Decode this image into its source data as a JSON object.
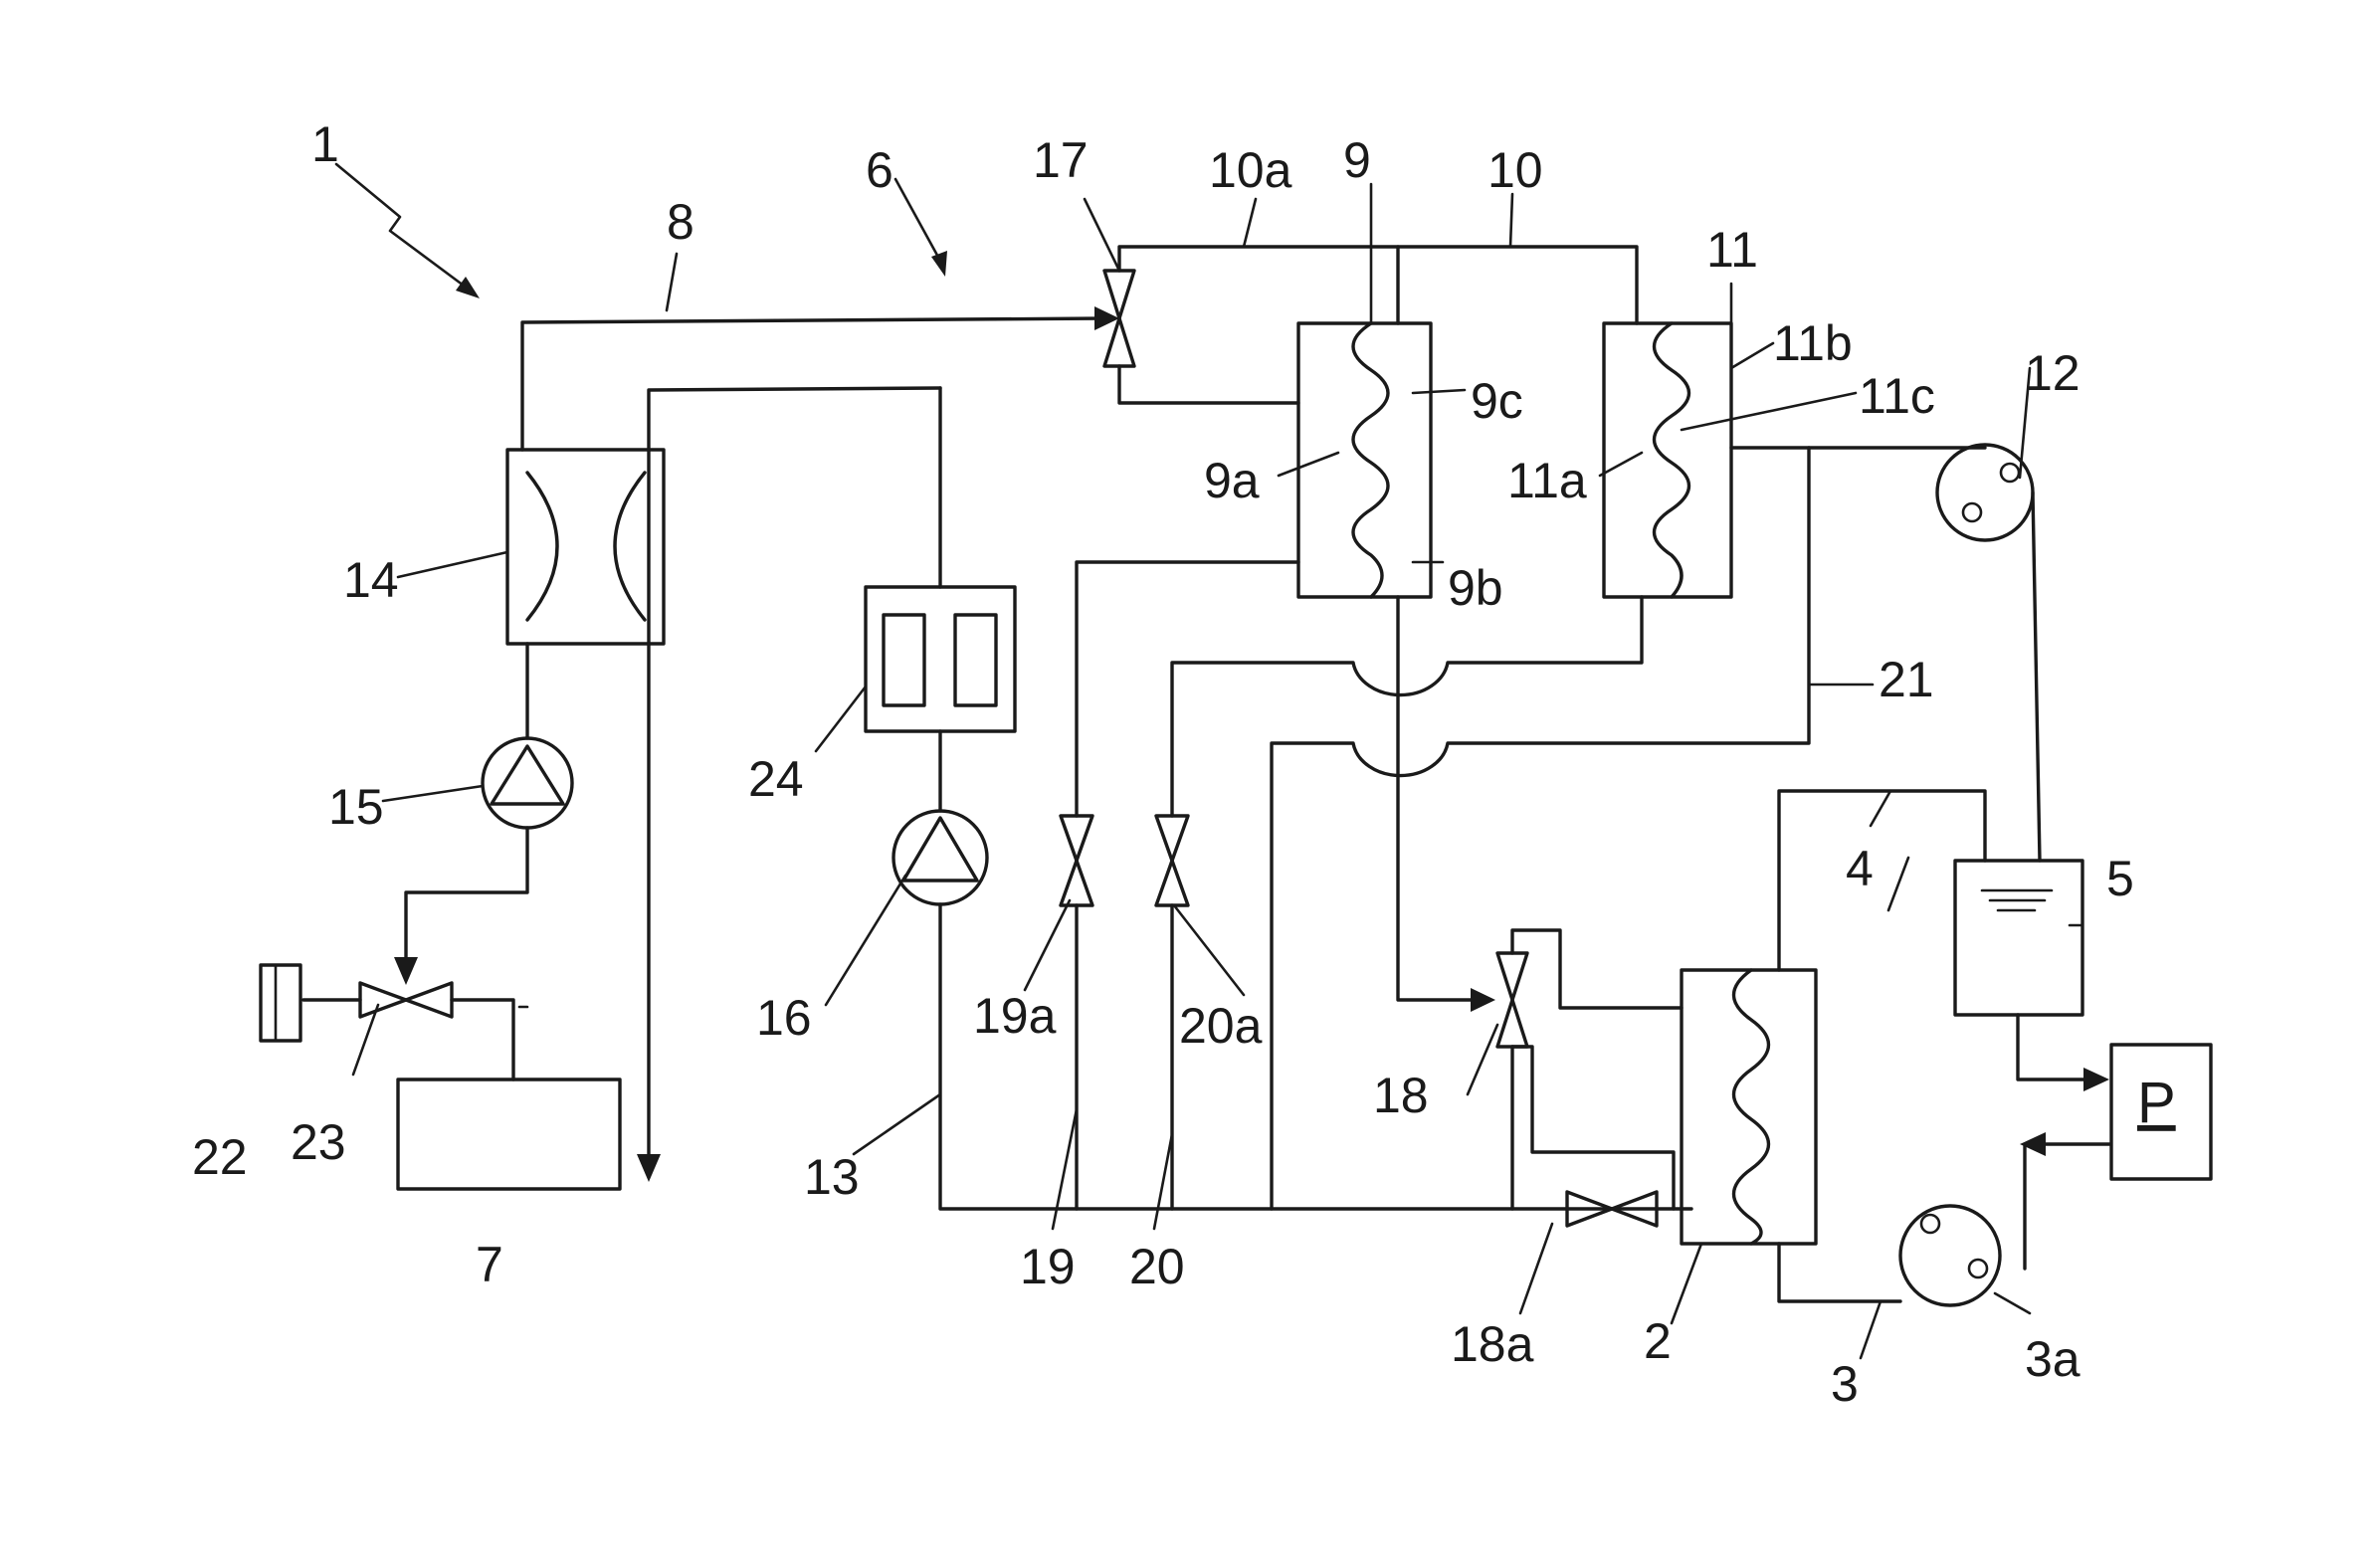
{
  "diagram": {
    "labels": {
      "l1": "1",
      "l2": "2",
      "l3": "3",
      "l3a": "3a",
      "l4": "4",
      "l5": "5",
      "l6": "6",
      "l7": "7",
      "l8": "8",
      "l9": "9",
      "l9a": "9a",
      "l9b": "9b",
      "l9c": "9c",
      "l10": "10",
      "l10a": "10a",
      "l11": "11",
      "l11a": "11a",
      "l11b": "11b",
      "l11c": "11c",
      "l12": "12",
      "l13": "13",
      "l14": "14",
      "l15": "15",
      "l16": "16",
      "l17": "17",
      "l18": "18",
      "l18a": "18a",
      "l19": "19",
      "l19a": "19a",
      "l20": "20",
      "l20a": "20a",
      "l21": "21",
      "l22": "22",
      "l23": "23",
      "l24": "24"
    },
    "pump_box_letter": "P"
  }
}
